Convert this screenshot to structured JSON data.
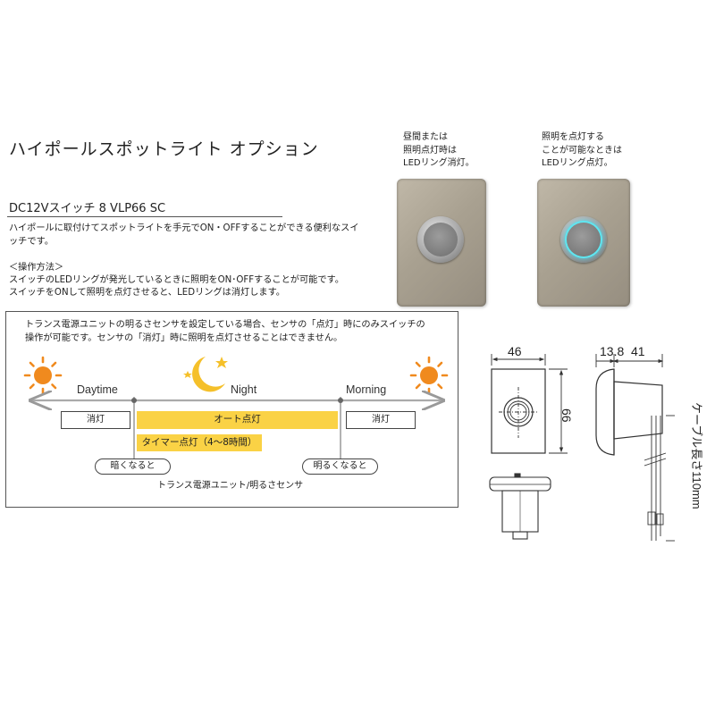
{
  "page": {
    "title": "ハイポールスポットライト オプション",
    "product_heading": "DC12Vスイッチ 8 VLP66 SC",
    "description": "ハイポールに取付けてスポットライトを手元でON・OFFすることができる便利なスイッチです。",
    "operation_header": "＜操作方法＞",
    "operation_line1": "スイッチのLEDリングが発光しているときに照明をON･OFFすることが可能です。",
    "operation_line2": "スイッチをONして照明を点灯させると、LEDリングは消灯します。"
  },
  "photos": {
    "off_caption_lines": [
      "昼間または",
      "照明点灯時は",
      "LEDリング消灯。"
    ],
    "on_caption_lines": [
      "照明を点灯する",
      "ことが可能なときは",
      "LEDリング点灯。"
    ],
    "colors": {
      "plate": "#a9a191",
      "led_ring": "#3fd0e8"
    }
  },
  "timeline": {
    "note_line1": "トランス電源ユニットの明るさセンサを設定している場合、センサの「点灯」時にのみスイッチの",
    "note_line2": "操作が可能です。センサの「消灯」時に照明を点灯させることはできません。",
    "daytime": "Daytime",
    "night": "Night",
    "morning": "Morning",
    "off_left": "消灯",
    "off_right": "消灯",
    "auto_on": "オート点灯",
    "timer_on": "タイマー点灯（4～8時間）",
    "dark_trigger": "暗くなると",
    "bright_trigger": "明るくなると",
    "sensor_caption": "トランス電源ユニット/明るさセンサ",
    "colors": {
      "bar": "#fad245",
      "sun": "#f08a1e"
    }
  },
  "drawings": {
    "width": "46",
    "height": "66",
    "depth_front": "13.8",
    "depth_body": "41",
    "cable": "ケーブル長さ110mm"
  }
}
